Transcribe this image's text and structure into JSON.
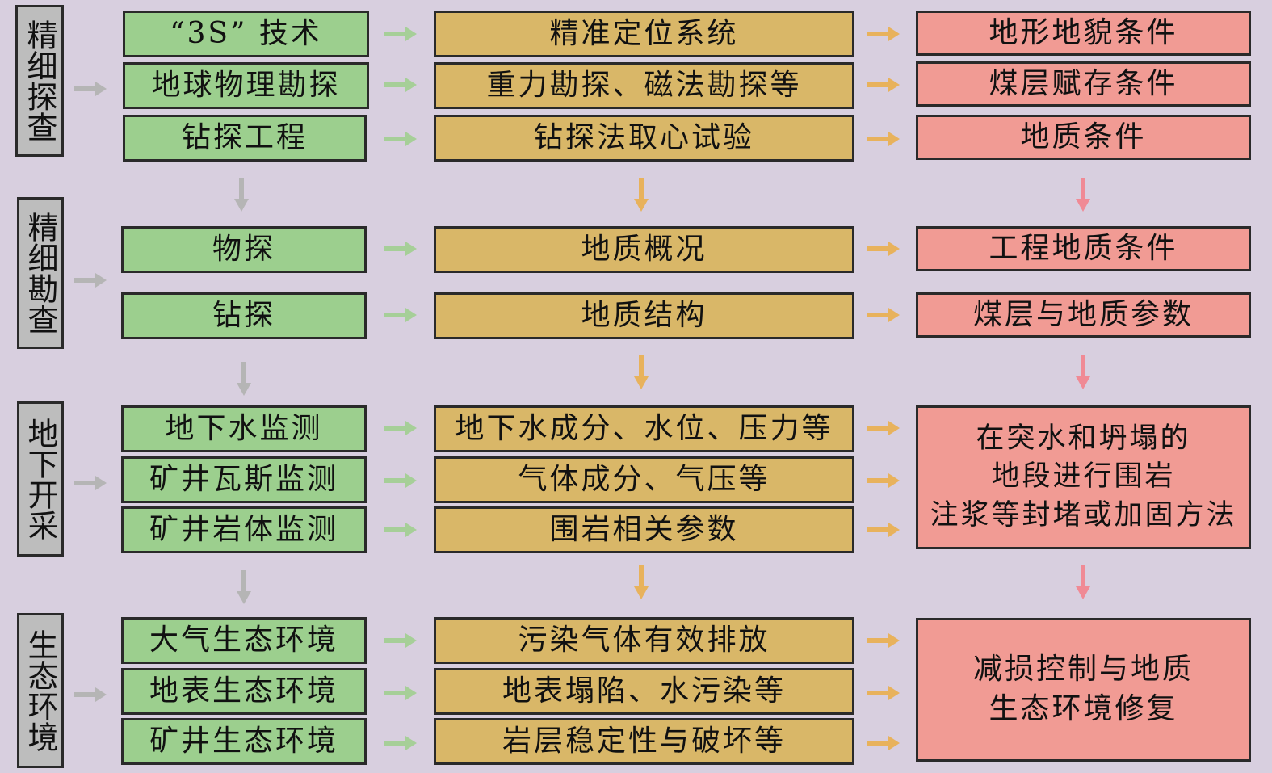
{
  "stages": [
    {
      "label": "精细探查",
      "rows": [
        {
          "method": "“3S” 技术",
          "content": "精准定位系统"
        },
        {
          "method": "地球物理勘探",
          "content": "重力勘探、磁法勘探等"
        },
        {
          "method": "钻探工程",
          "content": "钻探法取心试验"
        }
      ],
      "results": [
        "地形地貌条件",
        "煤层赋存条件",
        "地质条件"
      ]
    },
    {
      "label": "精细勘查",
      "rows": [
        {
          "method": "物探",
          "content": "地质概况"
        },
        {
          "method": "钻探",
          "content": "地质结构"
        }
      ],
      "results": [
        "工程地质条件",
        "煤层与地质参数"
      ]
    },
    {
      "label": "地下开采",
      "rows": [
        {
          "method": "地下水监测",
          "content": "地下水成分、水位、压力等"
        },
        {
          "method": "矿井瓦斯监测",
          "content": "气体成分、气压等"
        },
        {
          "method": "矿井岩体监测",
          "content": "围岩相关参数"
        }
      ],
      "results": [
        "在突水和坍塌的 地段进行围岩 注浆等封堵或加固方法"
      ]
    },
    {
      "label": "生态环境",
      "rows": [
        {
          "method": "大气生态环境",
          "content": "污染气体有效排放"
        },
        {
          "method": "地表生态环境",
          "content": "地表塌陷、水污染等"
        },
        {
          "method": "矿井生态环境",
          "content": "岩层稳定性与破坏等"
        }
      ],
      "results": [
        "减损控制与地质 生态环境修复"
      ]
    }
  ],
  "colors": {
    "side": "#bdbdbd",
    "method": "#9ccf8e",
    "content": "#d9b768",
    "result": "#f19b94",
    "arrow_gray": "#b5b5b5",
    "arrow_green": "#a6cf98",
    "arrow_orange": "#e8b25c",
    "arrow_pink": "#f08a95"
  }
}
